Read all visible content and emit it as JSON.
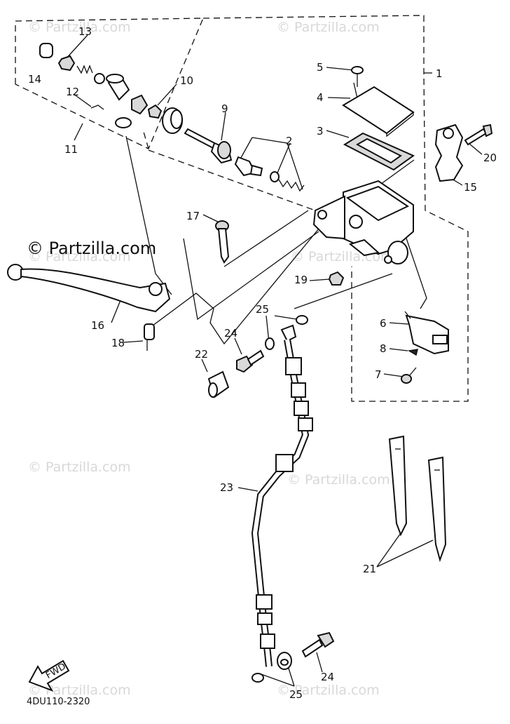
{
  "watermark": "© Partzilla.com",
  "watermark_main": "© Partzilla.com",
  "diagram_code": "4DU110-2320",
  "fwd_label": "FWD",
  "callouts": {
    "c1": "1",
    "c2": "2",
    "c3": "3",
    "c4": "4",
    "c5": "5",
    "c6": "6",
    "c7": "7",
    "c8": "8",
    "c9": "9",
    "c10": "10",
    "c11": "11",
    "c12": "12",
    "c13": "13",
    "c14": "14",
    "c15": "15",
    "c16": "16",
    "c17": "17",
    "c18": "18",
    "c19": "19",
    "c20": "20",
    "c21": "21",
    "c22": "22",
    "c23": "23",
    "c24a": "24",
    "c24b": "24",
    "c25a": "25",
    "c25b": "25"
  }
}
